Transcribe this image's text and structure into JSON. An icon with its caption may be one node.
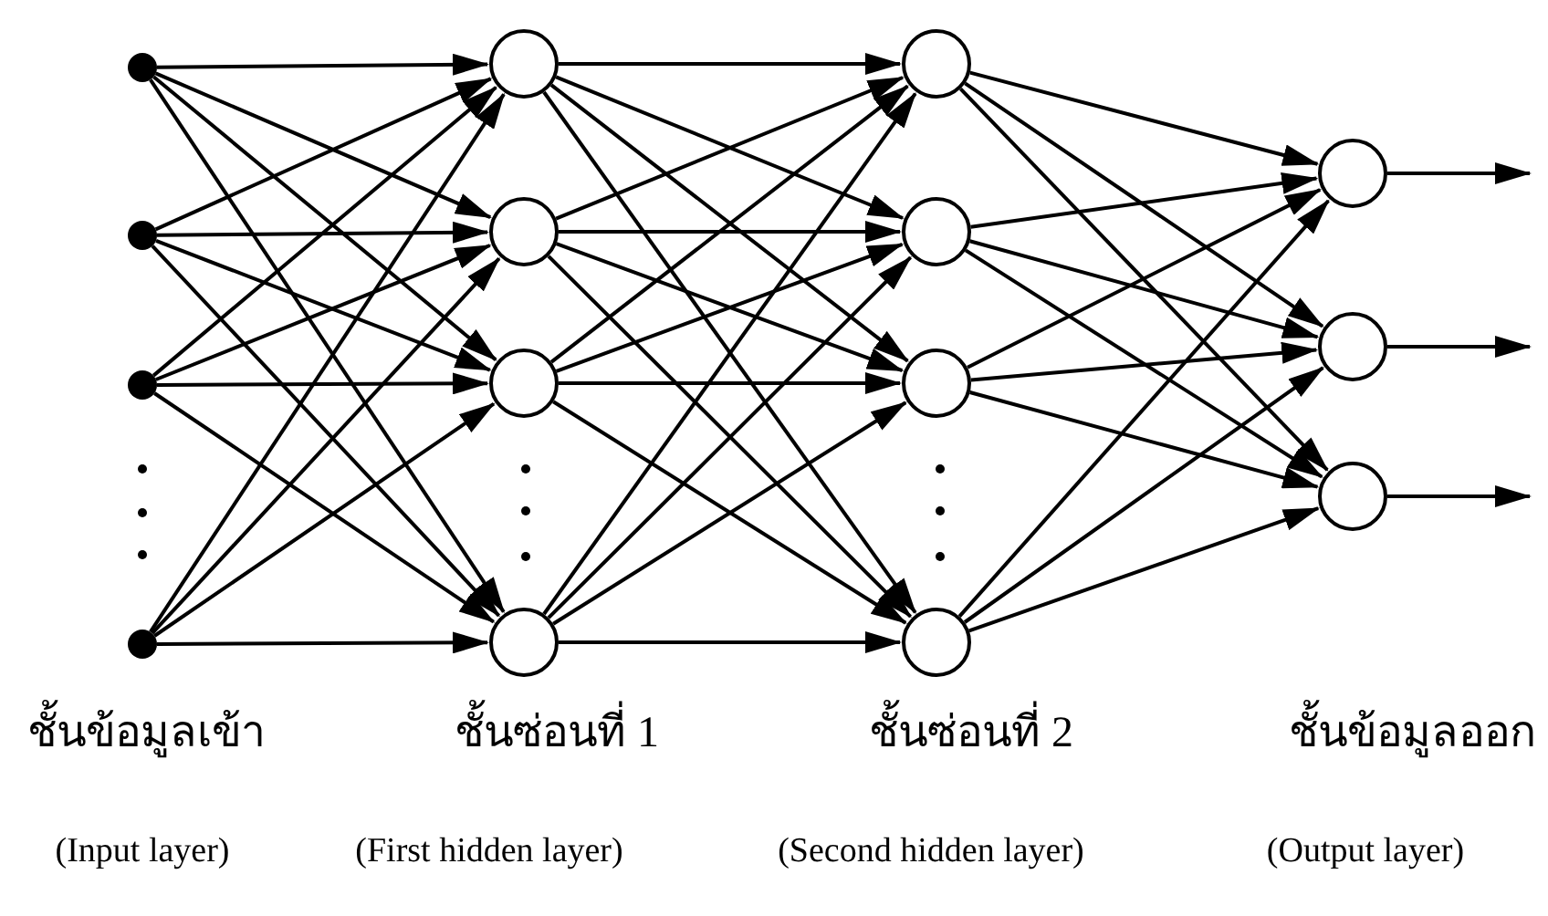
{
  "diagram": {
    "nodes": [
      {
        "text": [],
        "shape": "dot"
      },
      {
        "text": [],
        "shape": "dot"
      },
      {
        "text": [],
        "shape": "dot"
      },
      {
        "text": [],
        "shape": "dot"
      },
      {
        "text": [],
        "shape": "circle"
      },
      {
        "text": [],
        "shape": "circle"
      },
      {
        "text": [],
        "shape": "circle"
      },
      {
        "text": [],
        "shape": "circle"
      },
      {
        "text": [],
        "shape": "circle"
      },
      {
        "text": [],
        "shape": "circle"
      },
      {
        "text": [],
        "shape": "circle"
      },
      {
        "text": [],
        "shape": "circle"
      },
      {
        "text": [],
        "shape": "circle"
      },
      {
        "text": [],
        "shape": "circle"
      },
      {
        "text": [],
        "shape": "circle"
      }
    ],
    "edges": [
      {
        "from": 0,
        "to": 4,
        "arrow": "to"
      },
      {
        "from": 0,
        "to": 5,
        "arrow": "to"
      },
      {
        "from": 0,
        "to": 6,
        "arrow": "to"
      },
      {
        "from": 0,
        "to": 7,
        "arrow": "to"
      },
      {
        "from": 1,
        "to": 4,
        "arrow": "to"
      },
      {
        "from": 1,
        "to": 5,
        "arrow": "to"
      },
      {
        "from": 1,
        "to": 6,
        "arrow": "to"
      },
      {
        "from": 1,
        "to": 7,
        "arrow": "to"
      },
      {
        "from": 2,
        "to": 4,
        "arrow": "to"
      },
      {
        "from": 2,
        "to": 5,
        "arrow": "to"
      },
      {
        "from": 2,
        "to": 6,
        "arrow": "to"
      },
      {
        "from": 2,
        "to": 7,
        "arrow": "to"
      },
      {
        "from": 3,
        "to": 4,
        "arrow": "to"
      },
      {
        "from": 3,
        "to": 5,
        "arrow": "to"
      },
      {
        "from": 3,
        "to": 6,
        "arrow": "to"
      },
      {
        "from": 3,
        "to": 7,
        "arrow": "to"
      },
      {
        "from": 4,
        "to": 8,
        "arrow": "to"
      },
      {
        "from": 4,
        "to": 9,
        "arrow": "to"
      },
      {
        "from": 4,
        "to": 10,
        "arrow": "to"
      },
      {
        "from": 4,
        "to": 11,
        "arrow": "to"
      },
      {
        "from": 5,
        "to": 8,
        "arrow": "to"
      },
      {
        "from": 5,
        "to": 9,
        "arrow": "to"
      },
      {
        "from": 5,
        "to": 10,
        "arrow": "to"
      },
      {
        "from": 5,
        "to": 11,
        "arrow": "to"
      },
      {
        "from": 6,
        "to": 8,
        "arrow": "to"
      },
      {
        "from": 6,
        "to": 9,
        "arrow": "to"
      },
      {
        "from": 6,
        "to": 10,
        "arrow": "to"
      },
      {
        "from": 6,
        "to": 11,
        "arrow": "to"
      },
      {
        "from": 7,
        "to": 8,
        "arrow": "to"
      },
      {
        "from": 7,
        "to": 9,
        "arrow": "to"
      },
      {
        "from": 7,
        "to": 10,
        "arrow": "to"
      },
      {
        "from": 7,
        "to": 11,
        "arrow": "to"
      },
      {
        "from": 8,
        "to": 12,
        "arrow": "to"
      },
      {
        "from": 8,
        "to": 13,
        "arrow": "to"
      },
      {
        "from": 8,
        "to": 14,
        "arrow": "to"
      },
      {
        "from": 9,
        "to": 12,
        "arrow": "to"
      },
      {
        "from": 9,
        "to": 13,
        "arrow": "to"
      },
      {
        "from": 9,
        "to": 14,
        "arrow": "to"
      },
      {
        "from": 10,
        "to": 12,
        "arrow": "to"
      },
      {
        "from": 10,
        "to": 13,
        "arrow": "to"
      },
      {
        "from": 10,
        "to": 14,
        "arrow": "to"
      },
      {
        "from": 11,
        "to": 12,
        "arrow": "to"
      },
      {
        "from": 11,
        "to": 13,
        "arrow": "to"
      },
      {
        "from": 11,
        "to": 14,
        "arrow": "to"
      },
      {
        "from": 12,
        "to": null,
        "arrow": "to"
      },
      {
        "from": 13,
        "to": null,
        "arrow": "to"
      },
      {
        "from": 14,
        "to": null,
        "arrow": "to"
      }
    ],
    "labels": [
      "ชั้นข้อมูลเข้า",
      "ชั้นซ่อนที่ 1",
      "ชั้นซ่อนที่ 2",
      "ชั้นข้อมูลออก",
      "(Input layer)",
      "(First hidden layer)",
      "(Second hidden layer)",
      "(Output layer)"
    ]
  }
}
